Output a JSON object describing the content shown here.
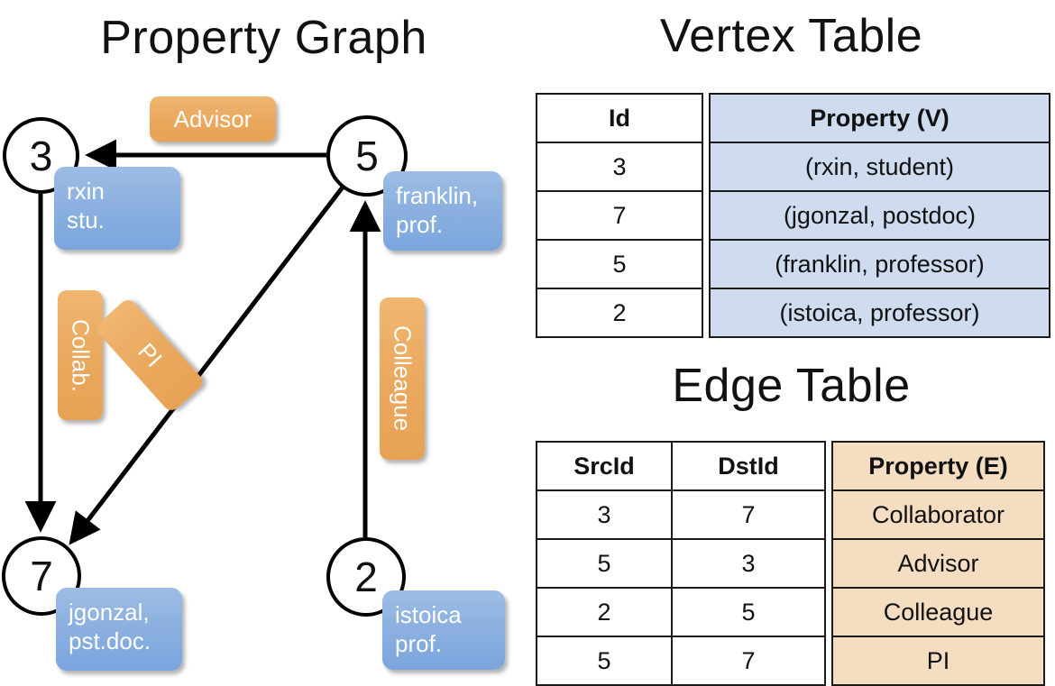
{
  "titles": {
    "property_graph": "Property Graph",
    "vertex_table": "Vertex Table",
    "edge_table": "Edge Table"
  },
  "graph": {
    "nodes": [
      {
        "id": "3",
        "property_lines": [
          "rxin",
          "stu."
        ]
      },
      {
        "id": "5",
        "property_lines": [
          "franklin,",
          "prof."
        ]
      },
      {
        "id": "7",
        "property_lines": [
          "jgonzal,",
          "pst.doc."
        ]
      },
      {
        "id": "2",
        "property_lines": [
          "istoica",
          "prof."
        ]
      }
    ],
    "edge_labels": [
      {
        "name": "advisor-label",
        "text": "Advisor"
      },
      {
        "name": "collab-label",
        "text": "Collab."
      },
      {
        "name": "pi-label",
        "text": "PI"
      },
      {
        "name": "colleague-label",
        "text": "Colleague"
      }
    ],
    "edges": [
      {
        "src": "5",
        "dst": "3",
        "label": "Advisor"
      },
      {
        "src": "3",
        "dst": "7",
        "label": "Collab."
      },
      {
        "src": "5",
        "dst": "7",
        "label": "PI"
      },
      {
        "src": "2",
        "dst": "5",
        "label": "Colleague"
      }
    ]
  },
  "vertex_table": {
    "headers": [
      "Id",
      "Property (V)"
    ],
    "rows": [
      {
        "id": "3",
        "property": "(rxin, student)"
      },
      {
        "id": "7",
        "property": "(jgonzal, postdoc)"
      },
      {
        "id": "5",
        "property": "(franklin, professor)"
      },
      {
        "id": "2",
        "property": "(istoica, professor)"
      }
    ]
  },
  "edge_table": {
    "headers": [
      "SrcId",
      "DstId",
      "Property (E)"
    ],
    "rows": [
      {
        "src": "3",
        "dst": "7",
        "property": "Collaborator"
      },
      {
        "src": "5",
        "dst": "3",
        "property": "Advisor"
      },
      {
        "src": "2",
        "dst": "5",
        "property": "Colleague"
      },
      {
        "src": "5",
        "dst": "7",
        "property": "PI"
      }
    ]
  },
  "colors": {
    "vertex_property_fill": "#cfdcf0",
    "edge_property_fill": "#f5ddc2",
    "node_property_box": "#8cb1e0",
    "edge_label_badge": "#eaa95f",
    "stroke": "#000000",
    "background": "#ffffff"
  }
}
